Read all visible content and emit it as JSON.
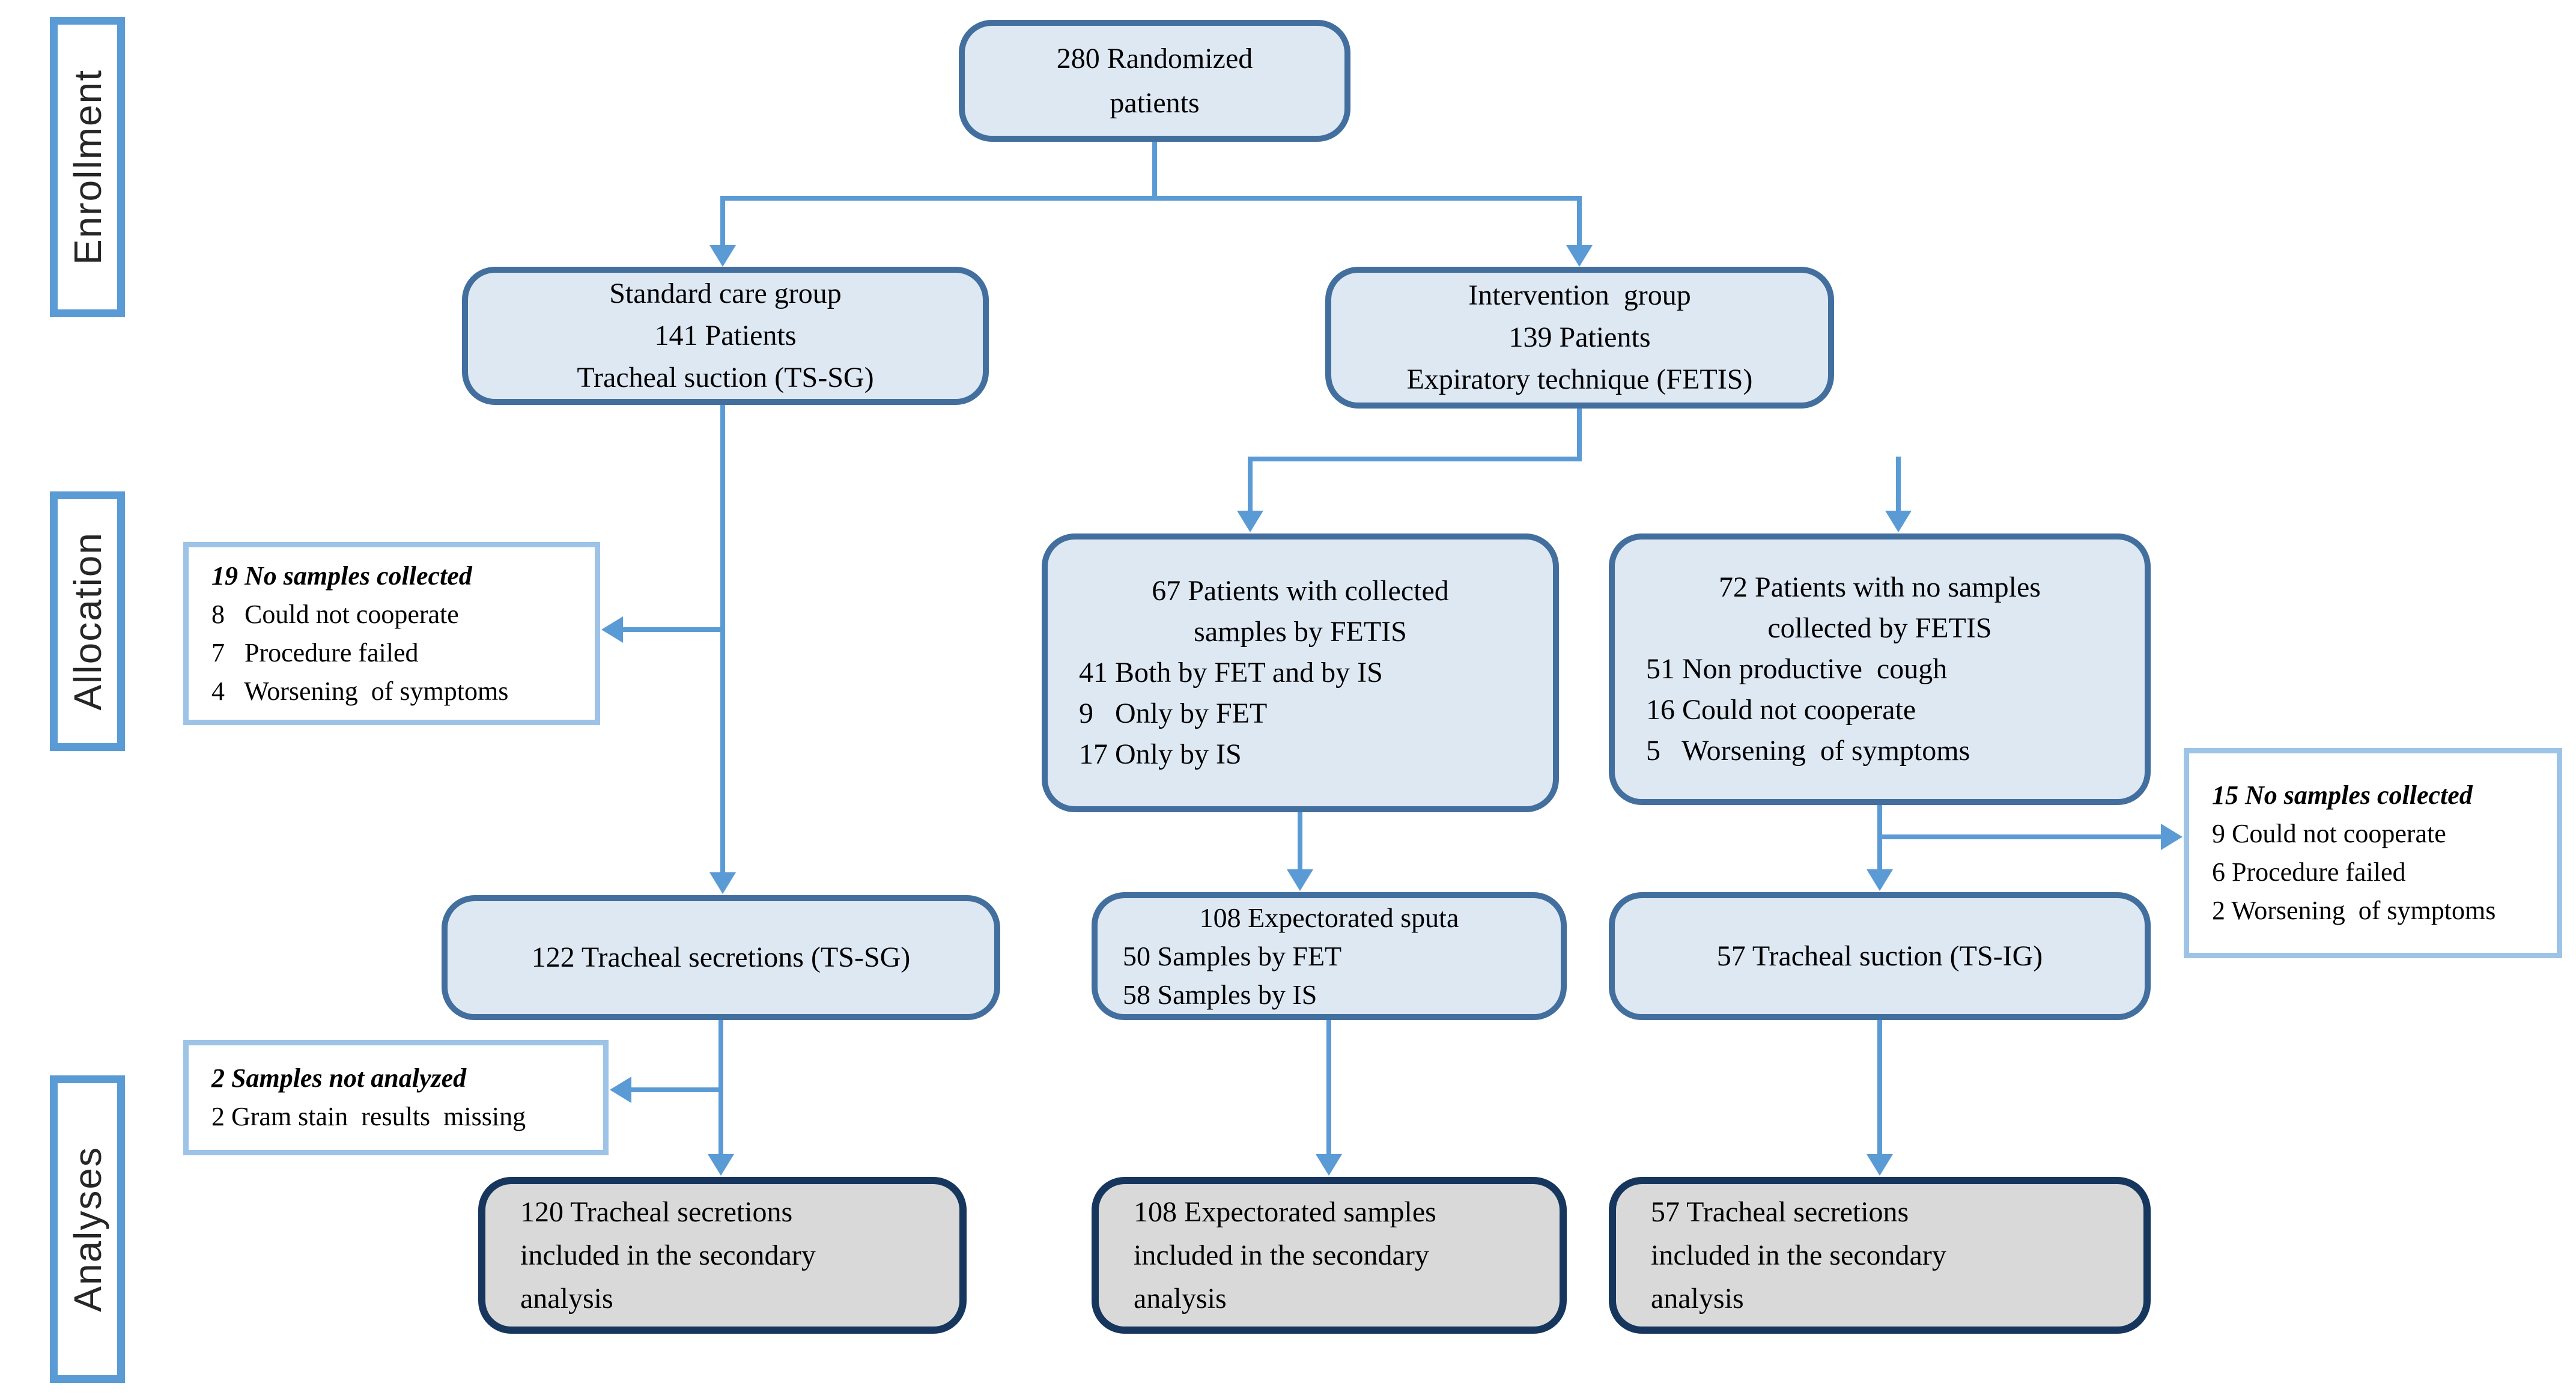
{
  "stage_labels": {
    "enrollment": "Enrollment",
    "allocation": "Allocation",
    "analyses": "Analyses"
  },
  "boxes": {
    "randomized": {
      "lines": [
        "280 Randomized",
        "patients"
      ]
    },
    "standard_care": {
      "lines": [
        "Standard care group",
        "141 Patients",
        "Tracheal suction (TS-SG)"
      ]
    },
    "intervention": {
      "lines": [
        "Intervention  group",
        "139 Patients",
        "Expiratory technique (FETIS)"
      ]
    },
    "collected_67": {
      "title_lines": [
        "67 Patients with collected",
        "samples by FETIS"
      ],
      "items": [
        "41 Both by FET and by IS",
        "9   Only by FET",
        "17 Only by IS"
      ]
    },
    "no_samples_72": {
      "title_lines": [
        "72 Patients with no samples",
        "collected by FETIS"
      ],
      "items": [
        "51 Non productive  cough",
        "16 Could not cooperate",
        "5   Worsening  of symptoms"
      ]
    },
    "tracheal_122": {
      "lines": [
        "122 Tracheal secretions (TS-SG)"
      ]
    },
    "sputa_108": {
      "title_lines": [
        "108 Expectorated sputa"
      ],
      "items": [
        "50 Samples by FET",
        "58 Samples by IS"
      ]
    },
    "tracheal_57": {
      "lines": [
        "57 Tracheal suction (TS-IG)"
      ]
    },
    "excluded_19": {
      "header": "19 No samples collected",
      "items": [
        "8   Could not cooperate",
        "7   Procedure failed",
        "4   Worsening  of symptoms"
      ]
    },
    "excluded_15": {
      "header": "15 No samples collected",
      "items": [
        "9 Could not cooperate",
        "6 Procedure failed",
        "2 Worsening  of symptoms"
      ]
    },
    "not_analyzed_2": {
      "header": "2 Samples not analyzed",
      "items": [
        "2 Gram stain  results  missing"
      ]
    },
    "analysis_120": {
      "lines": [
        "120 Tracheal secretions",
        "included in the secondary",
        "analysis"
      ]
    },
    "analysis_108": {
      "lines": [
        "108 Expectorated samples",
        "included in the secondary",
        "analysis"
      ]
    },
    "analysis_57": {
      "lines": [
        "57 Tracheal secretions",
        "included in the secondary",
        "analysis"
      ]
    }
  },
  "colors": {
    "node_fill": "#dde8f3",
    "node_border": "#426f9e",
    "side_box_border": "#9dc3e6",
    "stage_label_border": "#5b9bd5",
    "gray_fill": "#d9d9d9",
    "gray_border": "#17365d",
    "arrow": "#5b9bd5",
    "text": "#000000"
  }
}
